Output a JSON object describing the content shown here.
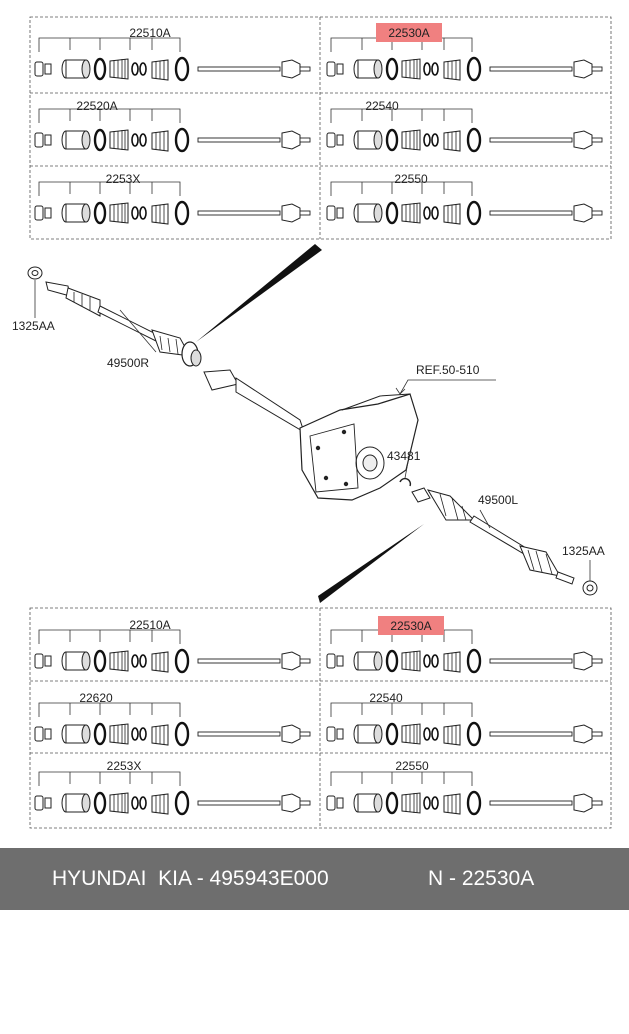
{
  "labels": {
    "top_a1": "22510A",
    "top_b1": "22530A",
    "top_a2": "22520A",
    "top_b2": "22540",
    "top_a3": "2253X",
    "top_b3": "22550",
    "ref": "REF.50-510",
    "nut_left": "1325AA",
    "shaft_right": "49500R",
    "clip": "43481",
    "shaft_left": "49500L",
    "nut_right": "1325AA",
    "bot_a1": "22510A",
    "bot_b1": "22530A",
    "bot_a2": "22620",
    "bot_b2": "22540",
    "bot_a3": "2253X",
    "bot_b3": "22550"
  },
  "highlight_color": "#f08080",
  "footer": {
    "brand": "HYUNDAI  KIA - 495943E000",
    "part": "N - 22530A"
  }
}
